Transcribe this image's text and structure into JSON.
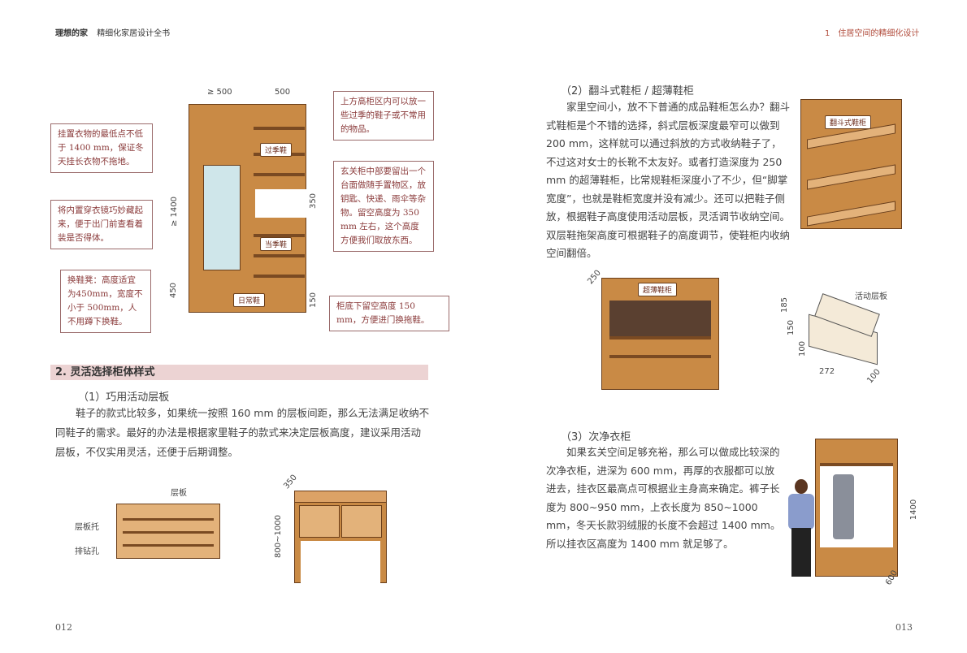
{
  "header": {
    "logo": "理想的家",
    "book_title": "精细化家居设计全书",
    "chapter": "1　住居空间的精细化设计"
  },
  "page_numbers": {
    "left": "012",
    "right": "013"
  },
  "left": {
    "notes": [
      "挂置衣物的最低点不低于 1400 mm，保证冬天挂长衣物不拖地。",
      "将内置穿衣镜巧妙藏起来，便于出门前查看着装是否得体。",
      "换鞋凳：高度适宜为450mm，宽度不小于 500mm，人不用蹲下换鞋。",
      "上方高柜区内可以放一些过季的鞋子或不常用的物品。",
      "玄关柜中部要留出一个台面做随手置物区，放钥匙、快递、雨伞等杂物。留空高度为 350 mm 左右，这个高度方便我们取放东西。",
      "柜底下留空高度 150 mm，方便进门换拖鞋。"
    ],
    "cabinet_labels": {
      "off_season": "过季鞋",
      "current_season": "当季鞋",
      "daily": "日常鞋"
    },
    "dims": {
      "w1": "≥ 500",
      "w2": "500",
      "h1400": "≥ 1400",
      "h450": "450",
      "h350": "350",
      "h150": "150"
    },
    "section_title": "2. 灵活选择柜体样式",
    "sub1": "（1）巧用活动层板",
    "para1": "鞋子的款式比较多，如果统一按照 160 mm 的层板间距，那么无法满足收纳不同鞋子的需求。最好的办法是根据家里鞋子的款式来决定层板高度，建议采用活动层板，不仅实用灵活，还便于后期调整。",
    "shelf_labels": {
      "board": "层板",
      "support": "层板托",
      "hole": "排钻孔"
    },
    "cab2_dims": {
      "depth": "350",
      "height": "800~1000"
    }
  },
  "right": {
    "sub2": "（2）翻斗式鞋柜 / 超薄鞋柜",
    "para2": "家里空间小，放不下普通的成品鞋柜怎么办？翻斗式鞋柜是个不错的选择，斜式层板深度最窄可以做到 200 mm，这样就可以通过斜放的方式收纳鞋子了，不过这对女士的长靴不太友好。或者打造深度为 250 mm 的超薄鞋柜，比常规鞋柜深度小了不少，但“脚掌宽度”，也就是鞋柜宽度并没有减少。还可以把鞋子侧放，根据鞋子高度使用活动层板，灵活调节收纳空间。双层鞋拖架高度可根据鞋子的高度调节，使鞋柜内收纳空间翻倍。",
    "flip_label": "翻斗式鞋柜",
    "thin_label": "超薄鞋柜",
    "thin_depth": "250",
    "rack_label": "活动层板",
    "rack_dims": {
      "a": "185",
      "b": "150",
      "c": "100",
      "d": "272",
      "e": "100"
    },
    "sub3": "（3）次净衣柜",
    "para3": "如果玄关空间足够充裕，那么可以做成比较深的次净衣柜，进深为 600 mm，再厚的衣服都可以放进去，挂衣区最高点可根据业主身高来确定。裤子长度为 800~950 mm，上衣长度为 850~1000 mm，冬天长款羽绒服的长度不会超过 1400 mm。所以挂衣区高度为 1400 mm 就足够了。",
    "wardrobe_dims": {
      "h": "1400",
      "d": "600"
    }
  }
}
